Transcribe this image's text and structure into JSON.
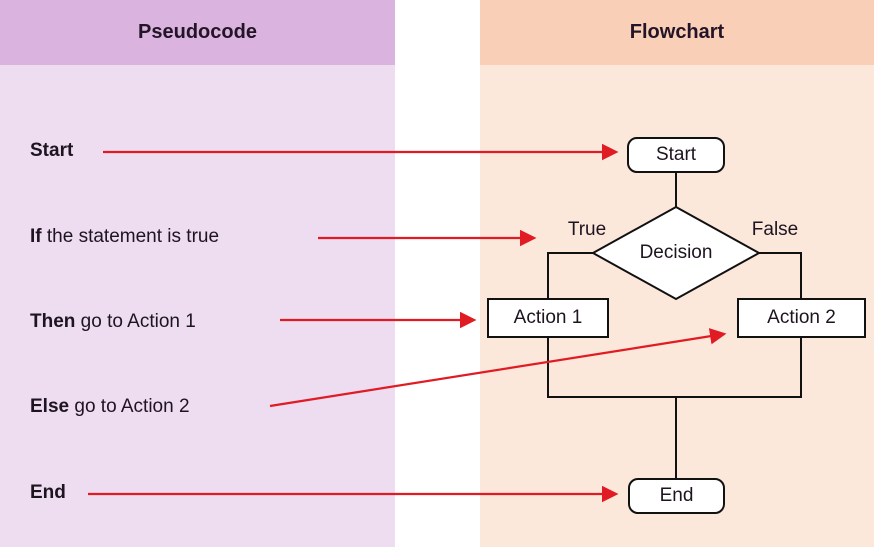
{
  "headers": {
    "left": "Pseudocode",
    "right": "Flowchart"
  },
  "pseudocode": {
    "lines": [
      {
        "bold": "Start",
        "rest": ""
      },
      {
        "bold": "If",
        "rest": " the statement is true"
      },
      {
        "bold": "Then",
        "rest": " go to Action 1"
      },
      {
        "bold": "Else",
        "rest": " go to Action 2"
      },
      {
        "bold": "End",
        "rest": ""
      }
    ]
  },
  "flowchart": {
    "start": "Start",
    "decision": "Decision",
    "true_label": "True",
    "false_label": "False",
    "action1": "Action 1",
    "action2": "Action 2",
    "end": "End"
  },
  "colors": {
    "left_header": "#dab4de",
    "left_body": "#eedcf1",
    "right_header": "#f9cfb7",
    "right_body": "#fce7db",
    "arrow_red": "#e11b23",
    "line_black": "#111111",
    "node_fill": "#ffffff"
  }
}
